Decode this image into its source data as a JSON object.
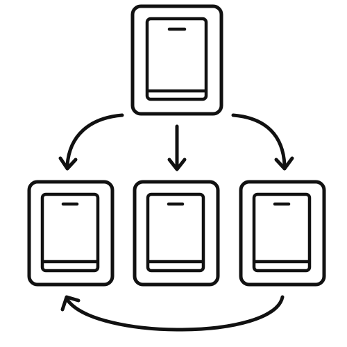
{
  "diagram": {
    "type": "hierarchy-distribution-icon",
    "style": "monochrome line icon",
    "nodes": [
      {
        "id": "source",
        "role": "source",
        "icon": "tablet-device-icon"
      },
      {
        "id": "target-left",
        "role": "target",
        "icon": "tablet-device-icon"
      },
      {
        "id": "target-center",
        "role": "target",
        "icon": "tablet-device-icon"
      },
      {
        "id": "target-right",
        "role": "target",
        "icon": "tablet-device-icon"
      }
    ],
    "edges": [
      {
        "from": "source",
        "to": "target-left",
        "kind": "curved-arrow"
      },
      {
        "from": "source",
        "to": "target-center",
        "kind": "straight-arrow"
      },
      {
        "from": "source",
        "to": "target-right",
        "kind": "curved-arrow"
      },
      {
        "from": "target-right",
        "to": "target-left",
        "kind": "curved-arrow"
      }
    ],
    "colors": {
      "stroke": "#111111",
      "background": "#ffffff"
    }
  }
}
